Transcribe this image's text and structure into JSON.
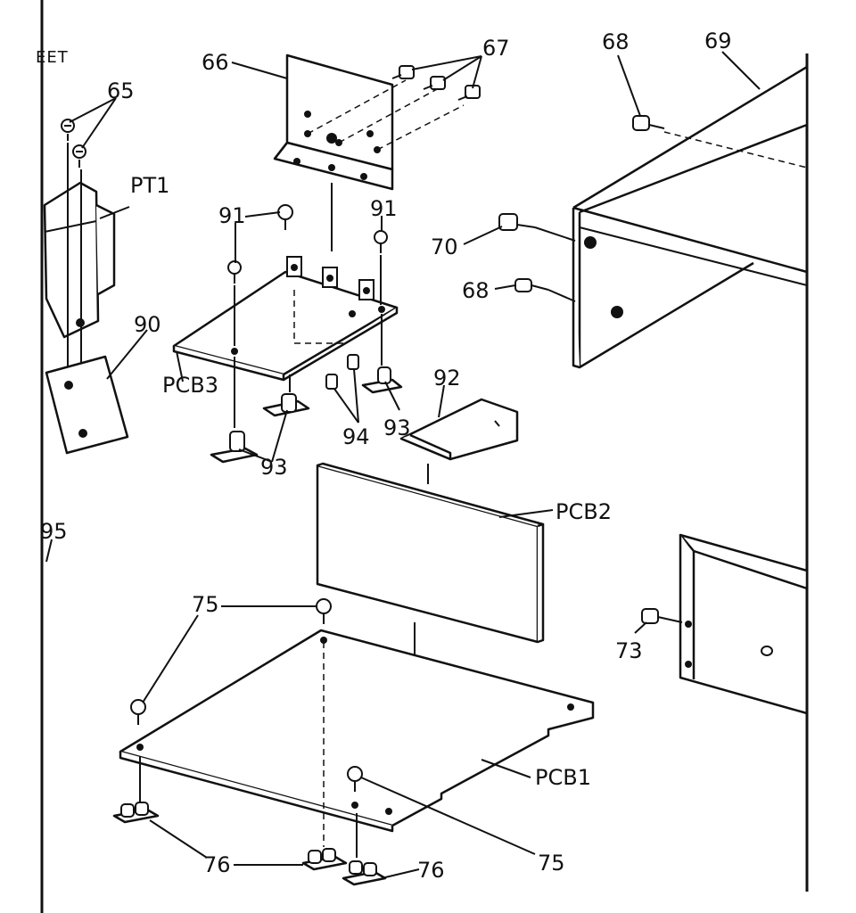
{
  "header_fragment": "EET",
  "parts": {
    "p65": "65",
    "p66": "66",
    "p67": "67",
    "p68a": "68",
    "p69": "69",
    "p70": "70",
    "p68b": "68",
    "pt1": "PT1",
    "p91a": "91",
    "p91b": "91",
    "p90": "90",
    "pcb3": "PCB3",
    "p92": "92",
    "p93a": "93",
    "p94": "94",
    "p93b": "93",
    "pcb2": "PCB2",
    "p95": "95",
    "p75a": "75",
    "p73": "73",
    "pcb1": "PCB1",
    "p75b": "75",
    "p76a": "76",
    "p76b": "76"
  }
}
